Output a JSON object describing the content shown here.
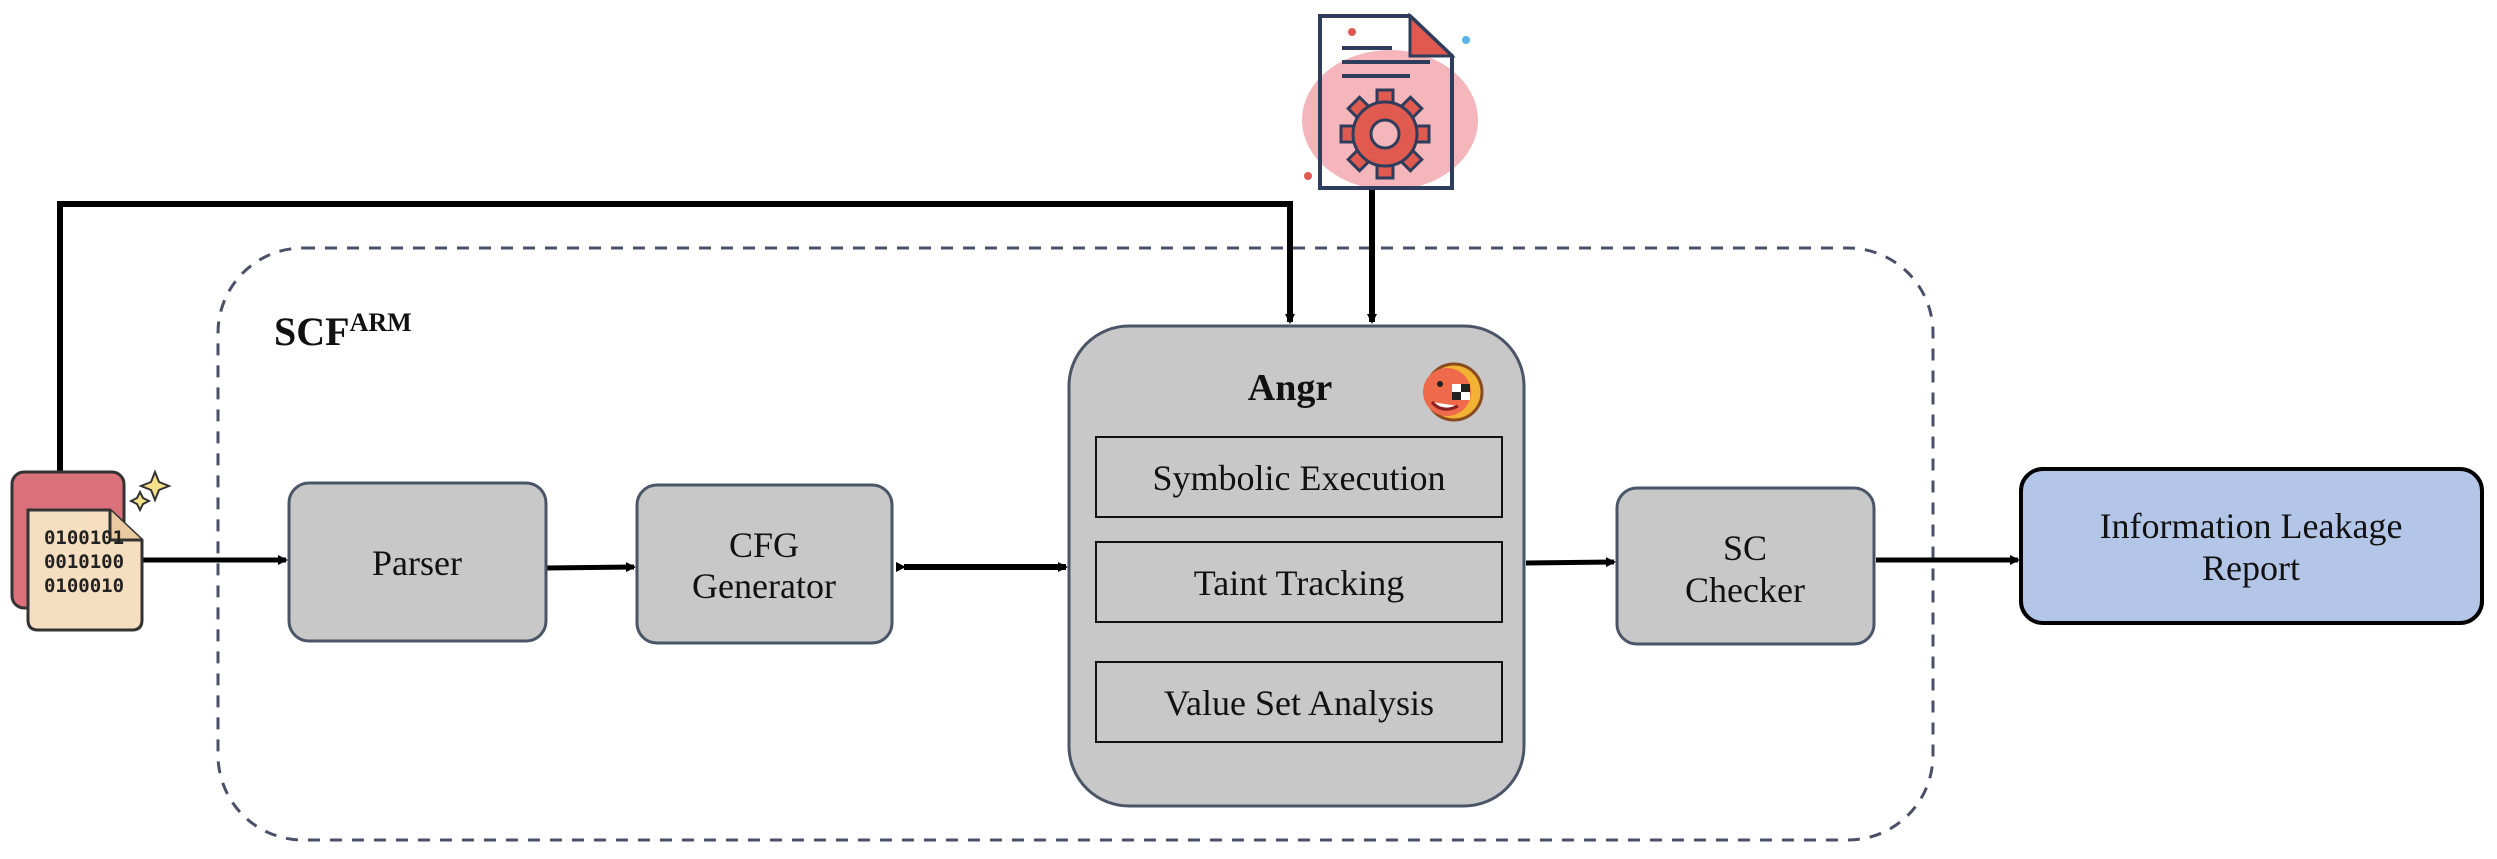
{
  "framework": {
    "name": "SCF",
    "superscript": "ARM"
  },
  "binary_file": {
    "lines": [
      "0100101",
      "0010100",
      "0100010"
    ]
  },
  "nodes": {
    "parser": "Parser",
    "cfg_generator": [
      "CFG",
      "Generator"
    ],
    "angr": {
      "title": "Angr",
      "modules": [
        "Symbolic Execution",
        "Taint Tracking",
        "Value Set Analysis"
      ]
    },
    "sc_checker": [
      "SC",
      "Checker"
    ],
    "report": [
      "Information Leakage",
      "Report"
    ]
  },
  "colors": {
    "box_fill": "#c8c8c8",
    "box_stroke": "#4a5568",
    "report_fill": "#b4c6e7",
    "dashed_border": "#4a5068",
    "arrow": "#000000",
    "config_accent": "#e05a4f",
    "binary_back": "#d9707a",
    "binary_front": "#f6dfc0"
  },
  "icons": [
    "binary-file-icon",
    "sparkle-icon",
    "config-document-icon",
    "gear-icon",
    "angr-mascot-icon"
  ]
}
